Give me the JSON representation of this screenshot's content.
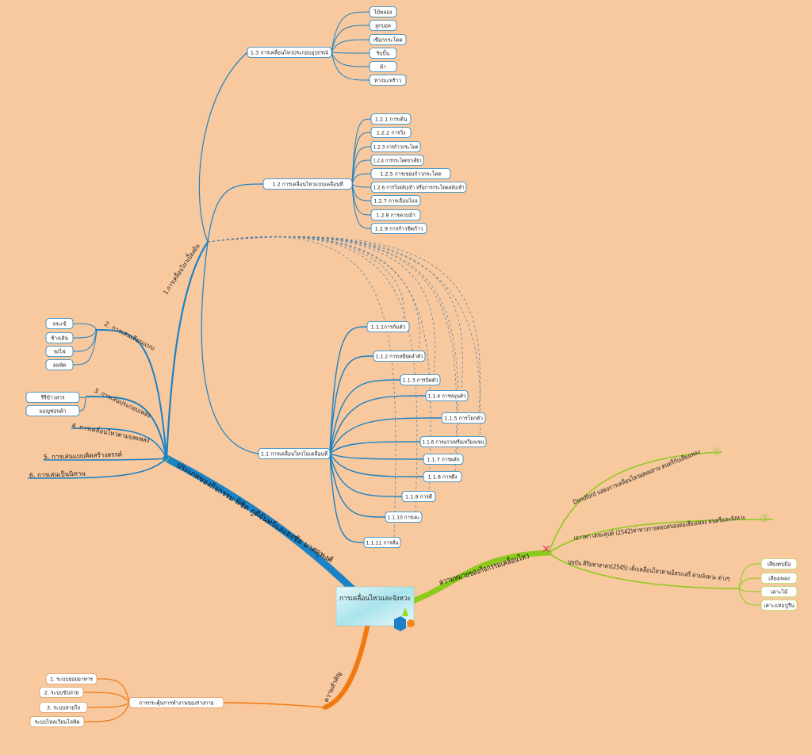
{
  "center": {
    "title": "การเคลื่อนไหวและจังหวะ"
  },
  "colors": {
    "background": "#F8C89E",
    "blue": "#1B82C5",
    "green": "#8CCB1E",
    "orange": "#F07A12",
    "center_box": "#C8EEF2"
  },
  "types": {
    "label": "ประเภทของกิจกรรม  พิชิต ภูติจันทร์และธงชัย มาศดุพงศ์",
    "icon": "check-icon",
    "basic": {
      "label": "1.การเคลื่อนไหวเบื้องต้น",
      "equipment": {
        "label": "1.3 การเคลื่อนไหวประกอบอุปกรณ์",
        "items": [
          "ไม้พลอง",
          "ลูกบอล",
          "เชือกกระโดด",
          "ริบบิ้น",
          "ผ้า",
          "ทางมะพร้าว"
        ]
      },
      "locomotor": {
        "label": "1.2 การเคลื่อนไหวแบบเคลื่อนที่",
        "items": [
          "1.2.1 การเดิน",
          "1.2.2 การวิ่ง",
          "1.2.3 การก้าวกระโดด",
          "1.2.4 การกระโดดขาเดียว",
          "1.2.5 การเขย่งก้าวกระโดด",
          "1.2.6 การวิ่งสลับเท้า หรือการกระโดดสลับเท้า",
          "1.2.7 การเลื่อนไถล",
          "1.2.8 การควบม้า",
          "1.2.9 การก้าวชิดก้าว"
        ]
      },
      "nonlocomotor": {
        "label": "1.1 การเคลื่อนไหวไม่เคลื่อนที่",
        "items": [
          "1.1.1การก้มตัว",
          "1.1.2 การเหยียดลำตัว",
          "1.1.3.การบิดตัว",
          "1.1.4 การหมุนตัว",
          "1.1.5 การโยกตัว",
          "1.1.6 การแกว่งหรือเหวี่ยงแขน",
          "1.1.7 การผลัก",
          "1.1.8 การดึง",
          "1.1.9 การตี",
          "1.1.10 การเตะ",
          "1.1.11 การสั่น"
        ]
      }
    },
    "imitation": {
      "label": "2. การเล่นเลียนแบบ",
      "items": [
        "จระเข้",
        "ช้างเดิน",
        "รถไฟ",
        "ลมพัด"
      ]
    },
    "songs": {
      "label": "3. การเล่นประกอบเพลง",
      "items": [
        "รีรีข้าวสาร",
        "มอญซ่อนผ้า"
      ]
    },
    "rhythm": {
      "label": "4. การเคลื่อนไหวตามบทเพลง"
    },
    "creative": {
      "label": "5. การเล่นแบบคิดสร้างสรรค์"
    },
    "story": {
      "label": "6. การเล่นเป็นนิทาน"
    }
  },
  "meaning": {
    "label": "ความหมายของกิจกรรมเคลื่อนไหว",
    "icon": "cross-icon",
    "defs": [
      {
        "text": "Dendford แสดงการเคลื่อนไหวผสมผสาน ดนตรีกับเสียงเพลง",
        "marker": "①"
      },
      {
        "text": "เยาวพา เดชะคุปต์ (2542)ท่าทางกายตอบสนองต่อเสียงเพลง ดนตรีและจังหวะ",
        "marker": "②"
      },
      {
        "text": "บุษบัน ศิริมหาสาคร(2545) เด็กเคลื่อนไหวตามอิสระเสรี ตามจังหวะ ต่างๆ",
        "items": [
          "เสียงตบมือ",
          "เสียงเพลง",
          "เคาะไม้",
          "เคาะแทมบูรีน"
        ]
      }
    ]
  },
  "importance": {
    "label": "ความสำคัญ",
    "node": {
      "label": "การกระตุ้นการทำงานของร่างกาย",
      "items": [
        "1. ระบบย่อยอาหาร",
        "2. ระบบขับถ่าย",
        "3. ระบบหายใจ",
        "ระบบไหลเวียนโลหิต"
      ]
    }
  }
}
